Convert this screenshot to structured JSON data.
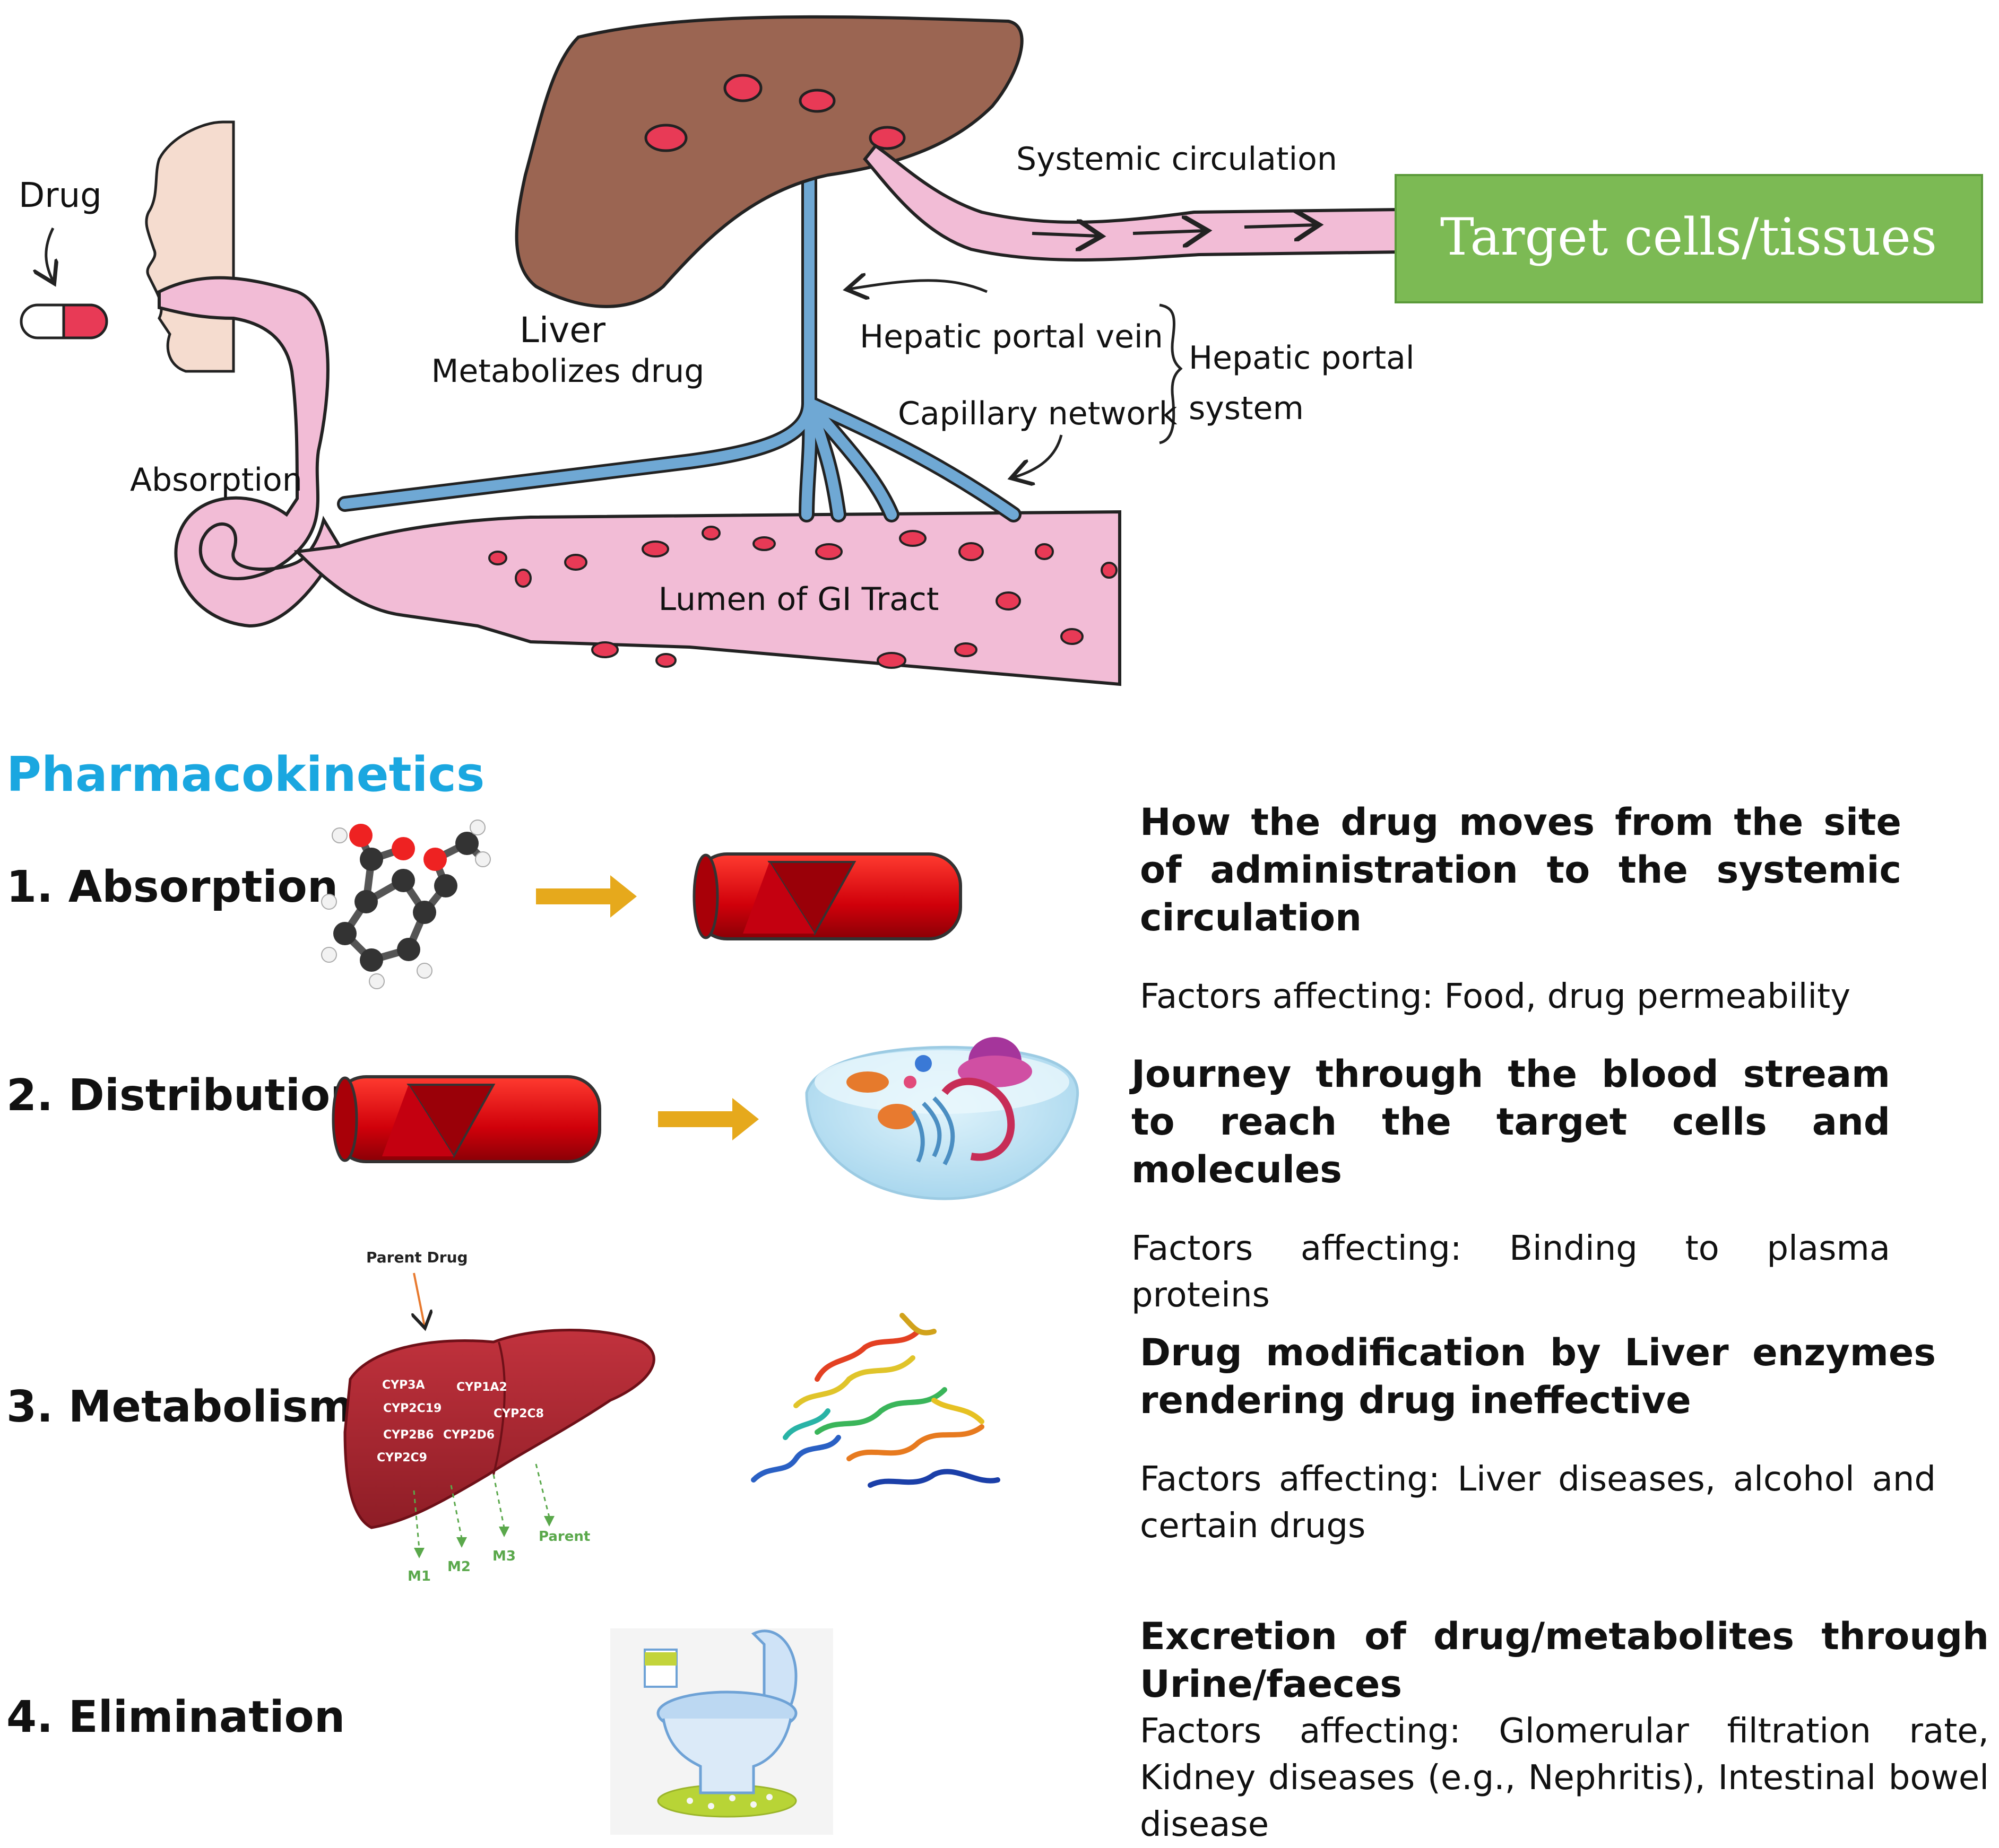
{
  "diagram": {
    "drug_label": "Drug",
    "absorption_label": "Absorption",
    "liver_label": "Liver",
    "liver_sub_label": "Metabolizes drug",
    "systemic_label": "Systemic circulation",
    "target_label": "Target cells/tissues",
    "hepatic_vein_label": "Hepatic portal vein",
    "capillary_label": "Capillary network",
    "hepatic_system_line1": "Hepatic portal",
    "hepatic_system_line2": "system",
    "lumen_label": "Lumen of GI Tract",
    "colors": {
      "gi_pink": "#f2bcd6",
      "liver_brown": "#9b6552",
      "vessel_blue": "#6fa8d4",
      "spot_red": "#e83a56",
      "target_green": "#7cba54"
    }
  },
  "pharmacokinetics": {
    "title": "Pharmacokinetics",
    "stages": [
      {
        "label": "1. Absorption",
        "heading": "How the drug moves from the site of administration to the systemic circulation",
        "factors": "Factors affecting: Food, drug permeability"
      },
      {
        "label": "2. Distribution",
        "heading": "Journey through the blood stream to reach the target cells and molecules",
        "factors": "Factors affecting: Binding to plasma proteins"
      },
      {
        "label": "3. Metabolism",
        "heading": "Drug modification by Liver enzymes rendering drug ineffective",
        "factors": "Factors affecting: Liver diseases, alcohol and certain drugs"
      },
      {
        "label": "4. Elimination",
        "heading": "Excretion of drug/metabolites through Urine/faeces",
        "factors": "Factors affecting: Glomerular filtration rate, Kidney diseases (e.g., Nephritis), Intestinal bowel disease"
      }
    ]
  },
  "metabolism_figure": {
    "parent_drug": "Parent Drug",
    "enzymes": [
      "CYP3A",
      "CYP1A2",
      "CYP2C19",
      "CYP2C8",
      "CYP2B6",
      "CYP2D6",
      "CYP2C9"
    ],
    "outputs": [
      "M1",
      "M2",
      "M3",
      "Parent"
    ]
  },
  "icons": [
    "pill-icon",
    "face-icon",
    "molecule-icon",
    "blood-vessel-icon",
    "cell-icon",
    "liver-icon",
    "protein-icon",
    "toilet-icon",
    "arrow-right-icon"
  ]
}
